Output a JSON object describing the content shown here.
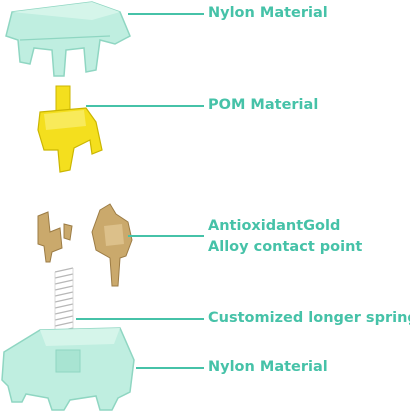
{
  "theme": {
    "accent": "#46c2a8",
    "mint": "#bfeee0",
    "mint_dark": "#8fd6c2",
    "yellow": "#f4df1e",
    "yellow_dark": "#cbb600",
    "gold": "#caa96c",
    "gold_dark": "#9c7c45",
    "spring": "#b8b8b8"
  },
  "labels": {
    "top_housing": "Nylon Material",
    "stem": "POM Material",
    "contact_line1": "AntioxidantGold",
    "contact_line2": "Alloy contact point",
    "spring": "Customized longer springs",
    "bottom_housing": "Nylon Material"
  }
}
